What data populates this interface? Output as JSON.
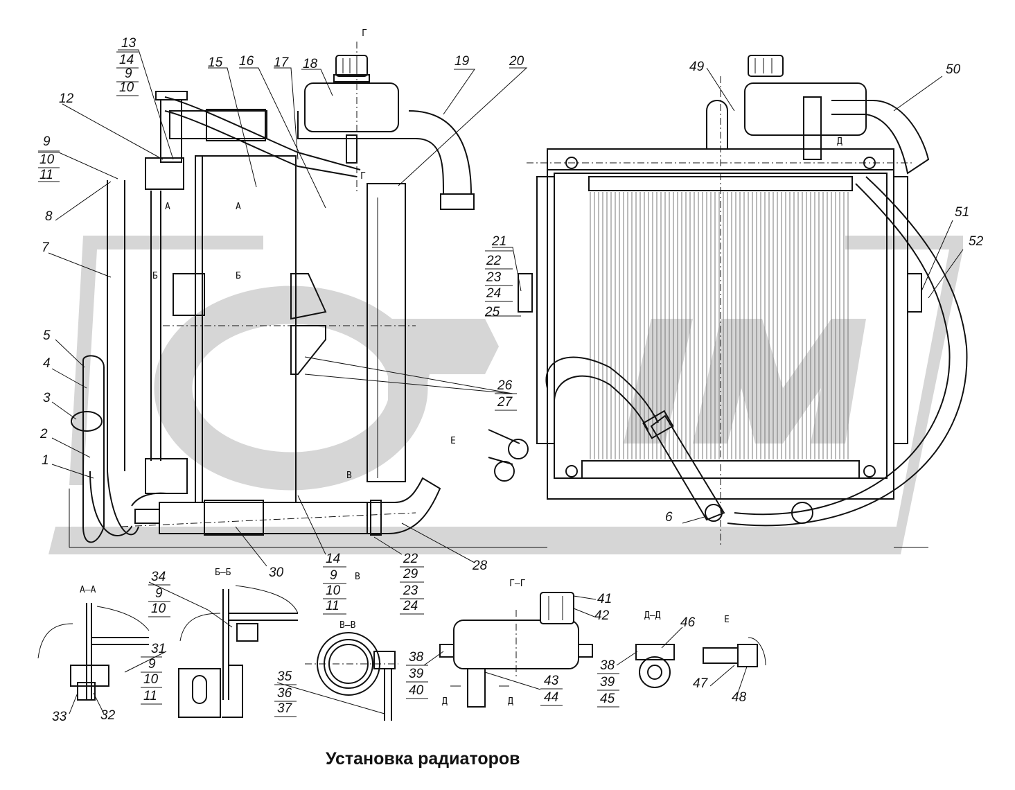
{
  "title": "Установка радиаторов",
  "callouts": [
    {
      "id": "c1",
      "text": "1"
    },
    {
      "id": "c2",
      "text": "2"
    },
    {
      "id": "c3",
      "text": "3"
    },
    {
      "id": "c4",
      "text": "4"
    },
    {
      "id": "c5",
      "text": "5"
    },
    {
      "id": "c6",
      "text": "6"
    },
    {
      "id": "c7",
      "text": "7"
    },
    {
      "id": "c8",
      "text": "8"
    },
    {
      "id": "c9",
      "text": "9"
    },
    {
      "id": "c10",
      "text": "10"
    },
    {
      "id": "c11",
      "text": "11"
    },
    {
      "id": "c12",
      "text": "12"
    },
    {
      "id": "c13",
      "text": "13"
    },
    {
      "id": "c14",
      "text": "14"
    },
    {
      "id": "c9b",
      "text": "9"
    },
    {
      "id": "c10b",
      "text": "10"
    },
    {
      "id": "c15",
      "text": "15"
    },
    {
      "id": "c16",
      "text": "16"
    },
    {
      "id": "c17",
      "text": "17"
    },
    {
      "id": "c18",
      "text": "18"
    },
    {
      "id": "c19",
      "text": "19"
    },
    {
      "id": "c20",
      "text": "20"
    },
    {
      "id": "c21",
      "text": "21"
    },
    {
      "id": "c22",
      "text": "22"
    },
    {
      "id": "c23",
      "text": "23"
    },
    {
      "id": "c24",
      "text": "24"
    },
    {
      "id": "c25",
      "text": "25"
    },
    {
      "id": "c26",
      "text": "26"
    },
    {
      "id": "c27",
      "text": "27"
    },
    {
      "id": "c28",
      "text": "28"
    },
    {
      "id": "c30",
      "text": "30"
    },
    {
      "id": "c14b",
      "text": "14"
    },
    {
      "id": "c9c",
      "text": "9"
    },
    {
      "id": "c10c",
      "text": "10"
    },
    {
      "id": "c11c",
      "text": "11"
    },
    {
      "id": "c22b",
      "text": "22"
    },
    {
      "id": "c29",
      "text": "29"
    },
    {
      "id": "c23b",
      "text": "23"
    },
    {
      "id": "c24b",
      "text": "24"
    },
    {
      "id": "c34",
      "text": "34"
    },
    {
      "id": "c9d",
      "text": "9"
    },
    {
      "id": "c10d",
      "text": "10"
    },
    {
      "id": "c31",
      "text": "31"
    },
    {
      "id": "c9e",
      "text": "9"
    },
    {
      "id": "c10e",
      "text": "10"
    },
    {
      "id": "c11e",
      "text": "11"
    },
    {
      "id": "c33",
      "text": "33"
    },
    {
      "id": "c32",
      "text": "32"
    },
    {
      "id": "c35",
      "text": "35"
    },
    {
      "id": "c36",
      "text": "36"
    },
    {
      "id": "c37",
      "text": "37"
    },
    {
      "id": "c38",
      "text": "38"
    },
    {
      "id": "c39",
      "text": "39"
    },
    {
      "id": "c40",
      "text": "40"
    },
    {
      "id": "c41",
      "text": "41"
    },
    {
      "id": "c42",
      "text": "42"
    },
    {
      "id": "c43",
      "text": "43"
    },
    {
      "id": "c44",
      "text": "44"
    },
    {
      "id": "c38b",
      "text": "38"
    },
    {
      "id": "c39b",
      "text": "39"
    },
    {
      "id": "c45",
      "text": "45"
    },
    {
      "id": "c46",
      "text": "46"
    },
    {
      "id": "c47",
      "text": "47"
    },
    {
      "id": "c48",
      "text": "48"
    },
    {
      "id": "c49",
      "text": "49"
    },
    {
      "id": "c50",
      "text": "50"
    },
    {
      "id": "c51",
      "text": "51"
    },
    {
      "id": "c52",
      "text": "52"
    }
  ],
  "section_labels": [
    {
      "id": "s1",
      "text": "Г"
    },
    {
      "id": "s2",
      "text": "Г"
    },
    {
      "id": "s3",
      "text": "А"
    },
    {
      "id": "s4",
      "text": "А"
    },
    {
      "id": "s5",
      "text": "Б"
    },
    {
      "id": "s6",
      "text": "Б"
    },
    {
      "id": "s7",
      "text": "В"
    },
    {
      "id": "s8",
      "text": "В"
    },
    {
      "id": "s9",
      "text": "Е"
    },
    {
      "id": "s10",
      "text": "Д"
    },
    {
      "id": "s11",
      "text": "А–А"
    },
    {
      "id": "s12",
      "text": "Б–Б"
    },
    {
      "id": "s13",
      "text": "В–В"
    },
    {
      "id": "s14",
      "text": "Г–Г"
    },
    {
      "id": "s15",
      "text": "Д–Д"
    },
    {
      "id": "s16",
      "text": "Е"
    },
    {
      "id": "s17",
      "text": "Д"
    },
    {
      "id": "s18",
      "text": "Д"
    }
  ]
}
